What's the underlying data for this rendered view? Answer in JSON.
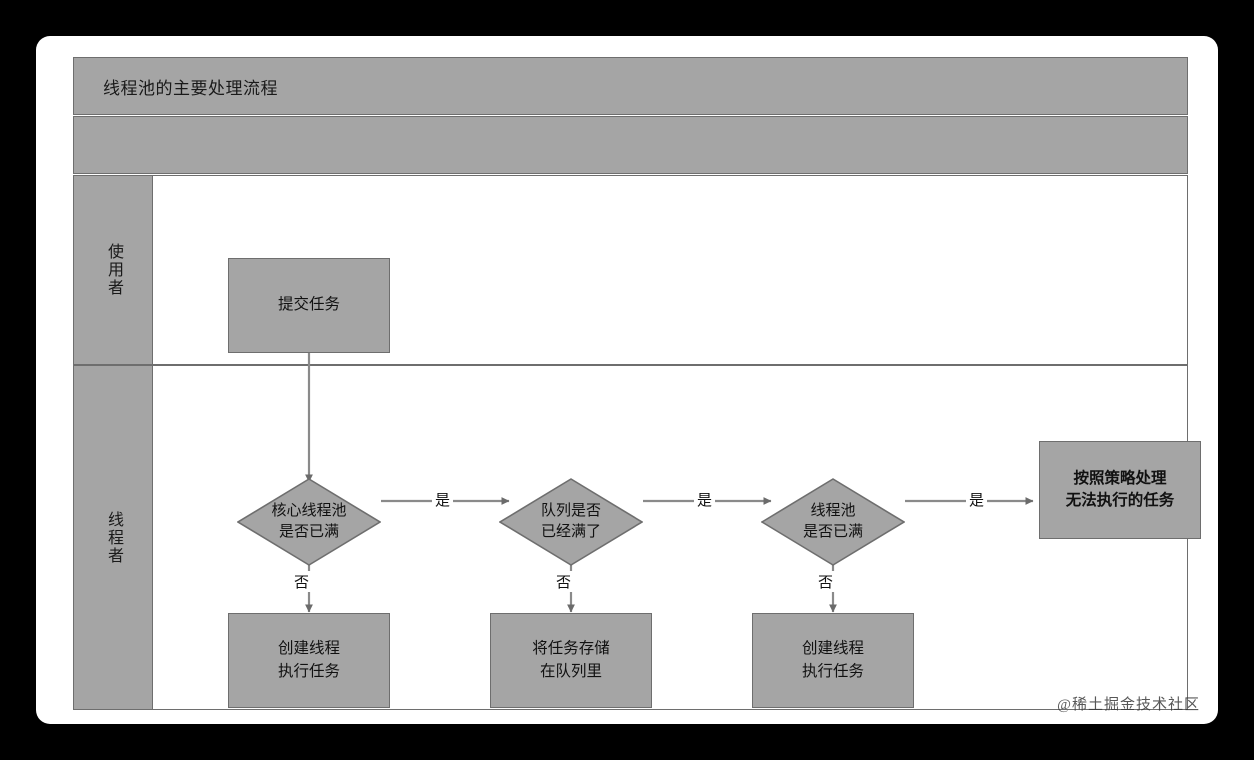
{
  "diagram": {
    "title": "线程池的主要处理流程",
    "lanes": [
      {
        "id": "user",
        "label": "使用者"
      },
      {
        "id": "thread",
        "label": "线程者"
      }
    ],
    "nodes": [
      {
        "id": "submit",
        "type": "process",
        "line1": "提交任务",
        "line2": ""
      },
      {
        "id": "core-full",
        "type": "decision",
        "line1": "核心线程池",
        "line2": "是否已满"
      },
      {
        "id": "queue-full",
        "type": "decision",
        "line1": "队列是否",
        "line2": "已经满了"
      },
      {
        "id": "pool-full",
        "type": "decision",
        "line1": "线程池",
        "line2": "是否已满"
      },
      {
        "id": "reject-policy",
        "type": "process",
        "line1": "按照策略处理",
        "line2": "无法执行的任务"
      },
      {
        "id": "create-1",
        "type": "process",
        "line1": "创建线程",
        "line2": "执行任务"
      },
      {
        "id": "store-queue",
        "type": "process",
        "line1": "将任务存储",
        "line2": "在队列里"
      },
      {
        "id": "create-2",
        "type": "process",
        "line1": "创建线程",
        "line2": "执行任务"
      }
    ],
    "edges": [
      {
        "id": "e-core-yes",
        "label": "是"
      },
      {
        "id": "e-queue-yes",
        "label": "是"
      },
      {
        "id": "e-pool-yes",
        "label": "是"
      },
      {
        "id": "e-core-no",
        "label": "否"
      },
      {
        "id": "e-queue-no",
        "label": "否"
      },
      {
        "id": "e-pool-no",
        "label": "否"
      }
    ],
    "watermark": "@稀土掘金技术社区",
    "colors": {
      "node_fill": "#a5a5a5",
      "node_border": "#6e6e6e",
      "lane_header_fill": "#a5a5a5",
      "canvas": "#ffffff",
      "page_background": "#000000",
      "connector": "#808080"
    }
  }
}
